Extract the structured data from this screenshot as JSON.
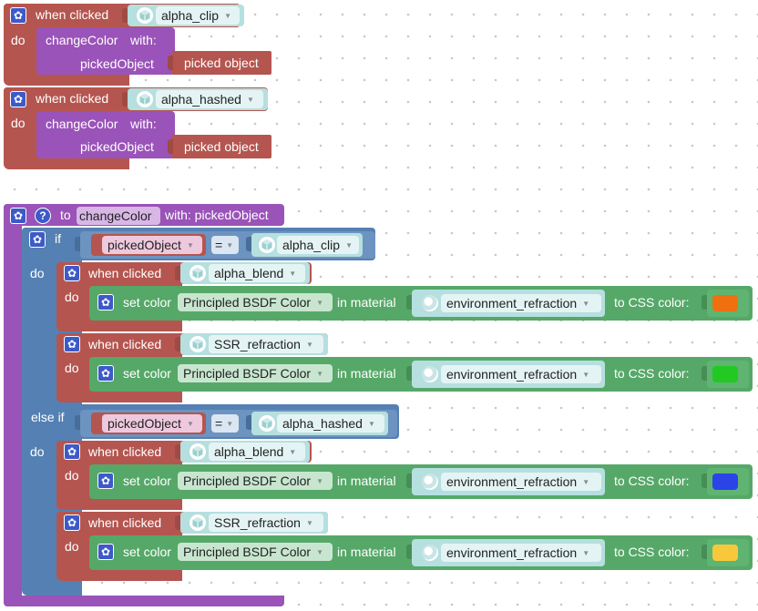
{
  "colors": {
    "event": "#b5554f",
    "procedure": "#9a53b8",
    "logic": "#5580b3",
    "action": "#56a868",
    "object": "#b6dfdf",
    "swatch_orange": "#f07010",
    "swatch_green": "#22c922",
    "swatch_blue": "#2a44e8",
    "swatch_yellow": "#f8c83c"
  },
  "labels": {
    "when_clicked": "when clicked",
    "do": "do",
    "change_color": "changeColor",
    "with": "with:",
    "picked_object_param": "pickedObject",
    "picked_object_value": "picked object",
    "to": "to",
    "with_picked_object": "with: pickedObject",
    "if": "if",
    "else_if": "else if",
    "equals": "=",
    "set_color": "set color",
    "principled": "Principled BSDF Color",
    "in_material": "in material",
    "material": "environment_refraction",
    "to_css_color": "to CSS color:"
  },
  "top_events": [
    {
      "object": "alpha_clip"
    },
    {
      "object": "alpha_hashed"
    }
  ],
  "procedure": {
    "name": "changeColor",
    "branches": [
      {
        "compare_var": "pickedObject",
        "compare_object": "alpha_clip"
      },
      {
        "compare_var": "pickedObject",
        "compare_object": "alpha_hashed"
      }
    ],
    "inner_events": [
      {
        "object": "alpha_blend"
      },
      {
        "object": "SSR_refraction"
      },
      {
        "object": "alpha_blend"
      },
      {
        "object": "SSR_refraction"
      }
    ]
  }
}
